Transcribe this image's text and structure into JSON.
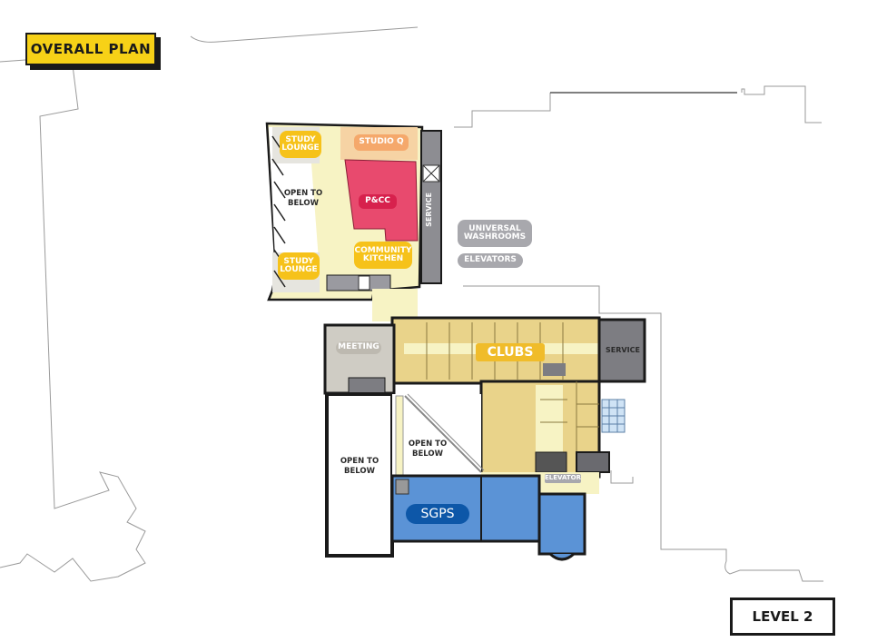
{
  "header": {
    "title": "OVERALL PLAN"
  },
  "footer": {
    "level": "LEVEL 2"
  },
  "colors": {
    "tag_yellow": "#f7d117",
    "circulation": "#f7f3c4",
    "clubs": "#e9d38a",
    "pcc": "#e84a6e",
    "studio_q": "#f5a86b",
    "sgps": "#5b93d6",
    "service": "#7d7d82",
    "meeting": "#cfccc4"
  },
  "rooms": {
    "study_lounge_top": "STUDY LOUNGE",
    "study_lounge_bottom": "STUDY LOUNGE",
    "studio_q": "STUDIO Q",
    "pcc": "P&CC",
    "open_to_below_top": "OPEN TO BELOW",
    "community_kitchen": "COMMUNITY KITCHEN",
    "service_vertical": "SERVICE",
    "universal_washrooms": "UNIVERSAL WASHROOMS",
    "elevators": "ELEVATORS",
    "meeting": "MEETING",
    "clubs": "CLUBS",
    "service_right": "SERVICE",
    "open_to_below_left": "OPEN TO BELOW",
    "open_to_below_middle": "OPEN TO BELOW",
    "elevator": "ELEVATOR",
    "sgps": "SGPS"
  }
}
